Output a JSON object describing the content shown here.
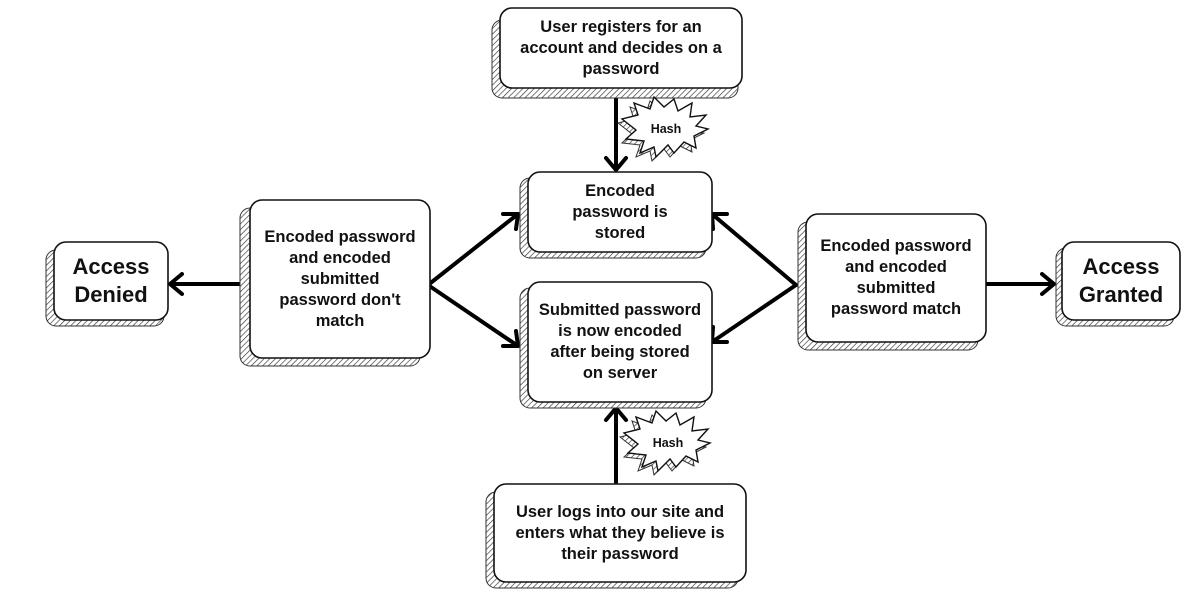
{
  "diagram": {
    "nodes": {
      "register": "User registers for an account and decides on a password",
      "stored": "Encoded password is stored",
      "submitted": "Submitted password is now encoded after being stored on server",
      "login": "User logs into our site and enters what they believe is their password",
      "no_match": "Encoded password and encoded submitted password don't match",
      "match": "Encoded password and encoded submitted password match",
      "denied": "Access Denied",
      "granted": "Access Granted"
    },
    "badges": {
      "hash_top": "Hash",
      "hash_bottom": "Hash"
    }
  }
}
